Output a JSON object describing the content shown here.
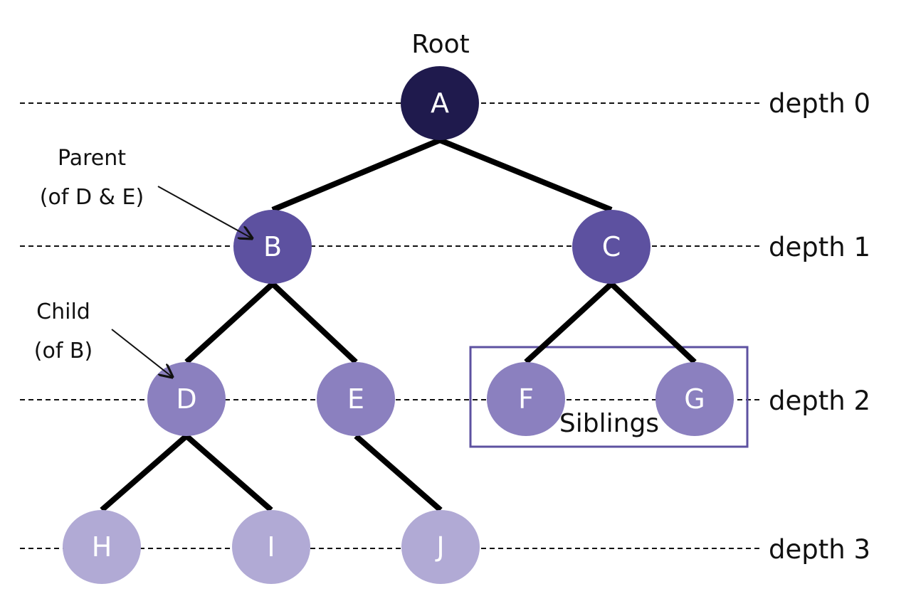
{
  "diagram": {
    "root_label": "Root",
    "depth_labels": [
      "depth 0",
      "depth 1",
      "depth 2",
      "depth 3"
    ],
    "annotations": {
      "parent_line1": "Parent",
      "parent_line2": "(of D & E)",
      "child_line1": "Child",
      "child_line2": "(of B)",
      "siblings": "Siblings"
    },
    "nodes": [
      {
        "id": "A",
        "label": "A",
        "depth": 0,
        "color": "#1f1a4d"
      },
      {
        "id": "B",
        "label": "B",
        "depth": 1,
        "color": "#5d51a0"
      },
      {
        "id": "C",
        "label": "C",
        "depth": 1,
        "color": "#5d51a0"
      },
      {
        "id": "D",
        "label": "D",
        "depth": 2,
        "color": "#8b80bf"
      },
      {
        "id": "E",
        "label": "E",
        "depth": 2,
        "color": "#8b80bf"
      },
      {
        "id": "F",
        "label": "F",
        "depth": 2,
        "color": "#8b80bf"
      },
      {
        "id": "G",
        "label": "G",
        "depth": 2,
        "color": "#8b80bf"
      },
      {
        "id": "H",
        "label": "H",
        "depth": 3,
        "color": "#b1aad5"
      },
      {
        "id": "I",
        "label": "I",
        "depth": 3,
        "color": "#b1aad5"
      },
      {
        "id": "J",
        "label": "J",
        "depth": 3,
        "color": "#b1aad5"
      }
    ],
    "edges": [
      [
        "A",
        "B"
      ],
      [
        "A",
        "C"
      ],
      [
        "B",
        "D"
      ],
      [
        "B",
        "E"
      ],
      [
        "C",
        "F"
      ],
      [
        "C",
        "G"
      ],
      [
        "D",
        "H"
      ],
      [
        "D",
        "I"
      ],
      [
        "E",
        "J"
      ]
    ],
    "siblings_box_color": "#5d51a0"
  }
}
